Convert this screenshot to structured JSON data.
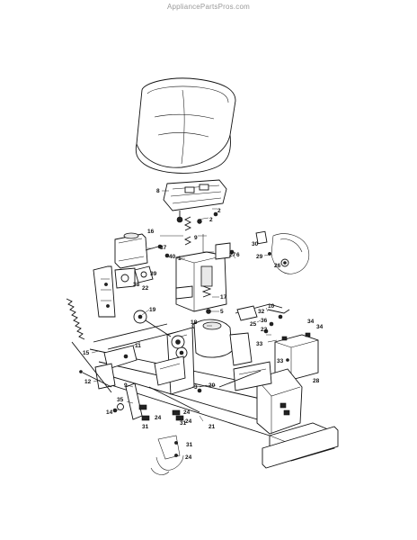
{
  "watermark": "AppliancePartsPros.com",
  "callouts": [
    {
      "id": "seat-pan",
      "text": "8"
    },
    {
      "id": "seat-bolt-right",
      "text": "2"
    },
    {
      "id": "seat-bolt-lower",
      "text": "2"
    },
    {
      "id": "seat-spring",
      "text": "9"
    },
    {
      "id": "seat-bolt-pin",
      "text": "1"
    },
    {
      "id": "switch-plate",
      "text": "30"
    },
    {
      "id": "clip-29",
      "text": "29"
    },
    {
      "id": "knob-26",
      "text": "26"
    },
    {
      "id": "fender-27",
      "text": "27"
    },
    {
      "id": "fender-6",
      "text": "6"
    },
    {
      "id": "fuel-tank",
      "text": "16"
    },
    {
      "id": "tank-bolt",
      "text": "37"
    },
    {
      "id": "tank-washer",
      "text": "40"
    },
    {
      "id": "tank-bracket-39",
      "text": "39"
    },
    {
      "id": "tank-bracket-38",
      "text": "38"
    },
    {
      "id": "tank-screw-22",
      "text": "22"
    },
    {
      "id": "spring-17",
      "text": "17"
    },
    {
      "id": "nut-5",
      "text": "5"
    },
    {
      "id": "cap-18",
      "text": "18"
    },
    {
      "id": "part-25",
      "text": "25"
    },
    {
      "id": "part-22-center",
      "text": "22"
    },
    {
      "id": "rod-10",
      "text": "10"
    },
    {
      "id": "clip-32",
      "text": "32"
    },
    {
      "id": "bolt-36",
      "text": "36"
    },
    {
      "id": "washer-33",
      "text": "33"
    },
    {
      "id": "battery-34a",
      "text": "34"
    },
    {
      "id": "battery-34b",
      "text": "34"
    },
    {
      "id": "battery-33",
      "text": "33"
    },
    {
      "id": "battery-28",
      "text": "28"
    },
    {
      "id": "spring-19",
      "text": "19"
    },
    {
      "id": "bracket-11",
      "text": "11"
    },
    {
      "id": "axle-3",
      "text": "3"
    },
    {
      "id": "bolt-20",
      "text": "20"
    },
    {
      "id": "rod-15",
      "text": "15"
    },
    {
      "id": "rod-12",
      "text": "12"
    },
    {
      "id": "lever-9",
      "text": "9"
    },
    {
      "id": "spring-35",
      "text": "35"
    },
    {
      "id": "nut-14",
      "text": "14"
    },
    {
      "id": "bushing-24-a",
      "text": "24"
    },
    {
      "id": "bushing-31-a",
      "text": "31"
    },
    {
      "id": "bushing-24-b",
      "text": "24"
    },
    {
      "id": "bolt-21",
      "text": "21"
    },
    {
      "id": "bushing-31-b",
      "text": "31"
    },
    {
      "id": "bushing-24-c",
      "text": "24"
    },
    {
      "id": "bushing-31-c",
      "text": "31"
    },
    {
      "id": "bushing-24-d",
      "text": "24"
    }
  ]
}
